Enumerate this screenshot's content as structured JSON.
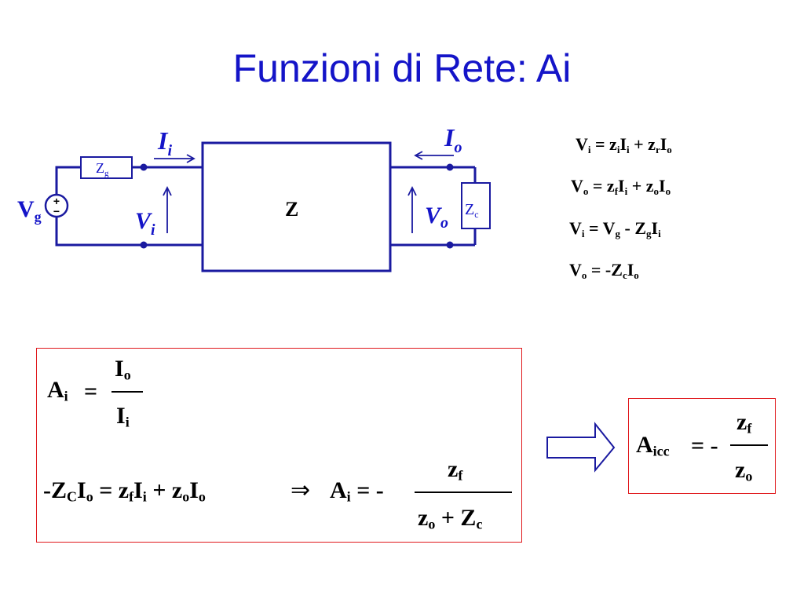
{
  "title": "Funzioni di Rete: Ai",
  "circuit": {
    "zg": {
      "main": "Z",
      "sub": "g"
    },
    "vg": {
      "main": "V",
      "sub": "g"
    },
    "plus": "+",
    "minus": "−",
    "ii": {
      "main": "I",
      "sub": "i"
    },
    "vi": {
      "main": "V",
      "sub": "i"
    },
    "two_port": "Z",
    "io": {
      "main": "I",
      "sub": "o"
    },
    "vo": {
      "main": "V",
      "sub": "o"
    },
    "zc": {
      "main": "Z",
      "sub": "c"
    }
  },
  "equations": {
    "eq1": {
      "t1": "V",
      "s1": "i",
      "t2": " = z",
      "s2": "i",
      "t3": "I",
      "s3": "i",
      "t4": " + z",
      "s4": "r",
      "t5": "I",
      "s5": "o"
    },
    "eq2": {
      "t1": "V",
      "s1": "o",
      "t2": " = z",
      "s2": "f",
      "t3": "I",
      "s3": "i",
      "t4": " + z",
      "s4": "o",
      "t5": "I",
      "s5": "o"
    },
    "eq3": {
      "t1": "V",
      "s1": "i",
      "t2": " = V",
      "s2": "g",
      "t3": " - Z",
      "s3": "g",
      "t4": "I",
      "s4": "i"
    },
    "eq4": {
      "t1": "V",
      "s1": "o",
      "t2": " = -Z",
      "s2": "c",
      "t3": "I",
      "s3": "o"
    }
  },
  "main_box": {
    "ai_def": {
      "lhs": "A",
      "lhs_sub": "i",
      "eq": "=",
      "num": "I",
      "num_sub": "o",
      "den": "I",
      "den_sub": "i"
    },
    "derivation": {
      "t1": "-Z",
      "s1": "C",
      "t2": "I",
      "s2": "o",
      "t3": " = z",
      "s3": "f",
      "t4": "I",
      "s4": "i",
      "t5": " + z",
      "s5": "o",
      "t6": "I",
      "s6": "o",
      "implies": "⇒",
      "t7": "A",
      "s7": "i",
      "t8": " = -",
      "num": "z",
      "num_sub": "f",
      "den1": "z",
      "den1_sub": "o",
      "den2": " + Z",
      "den2_sub": "c"
    }
  },
  "result_box": {
    "lhs": "A",
    "lhs_sub": "icc",
    "eq": "= -",
    "num": "z",
    "num_sub": "f",
    "den": "z",
    "den_sub": "o"
  }
}
